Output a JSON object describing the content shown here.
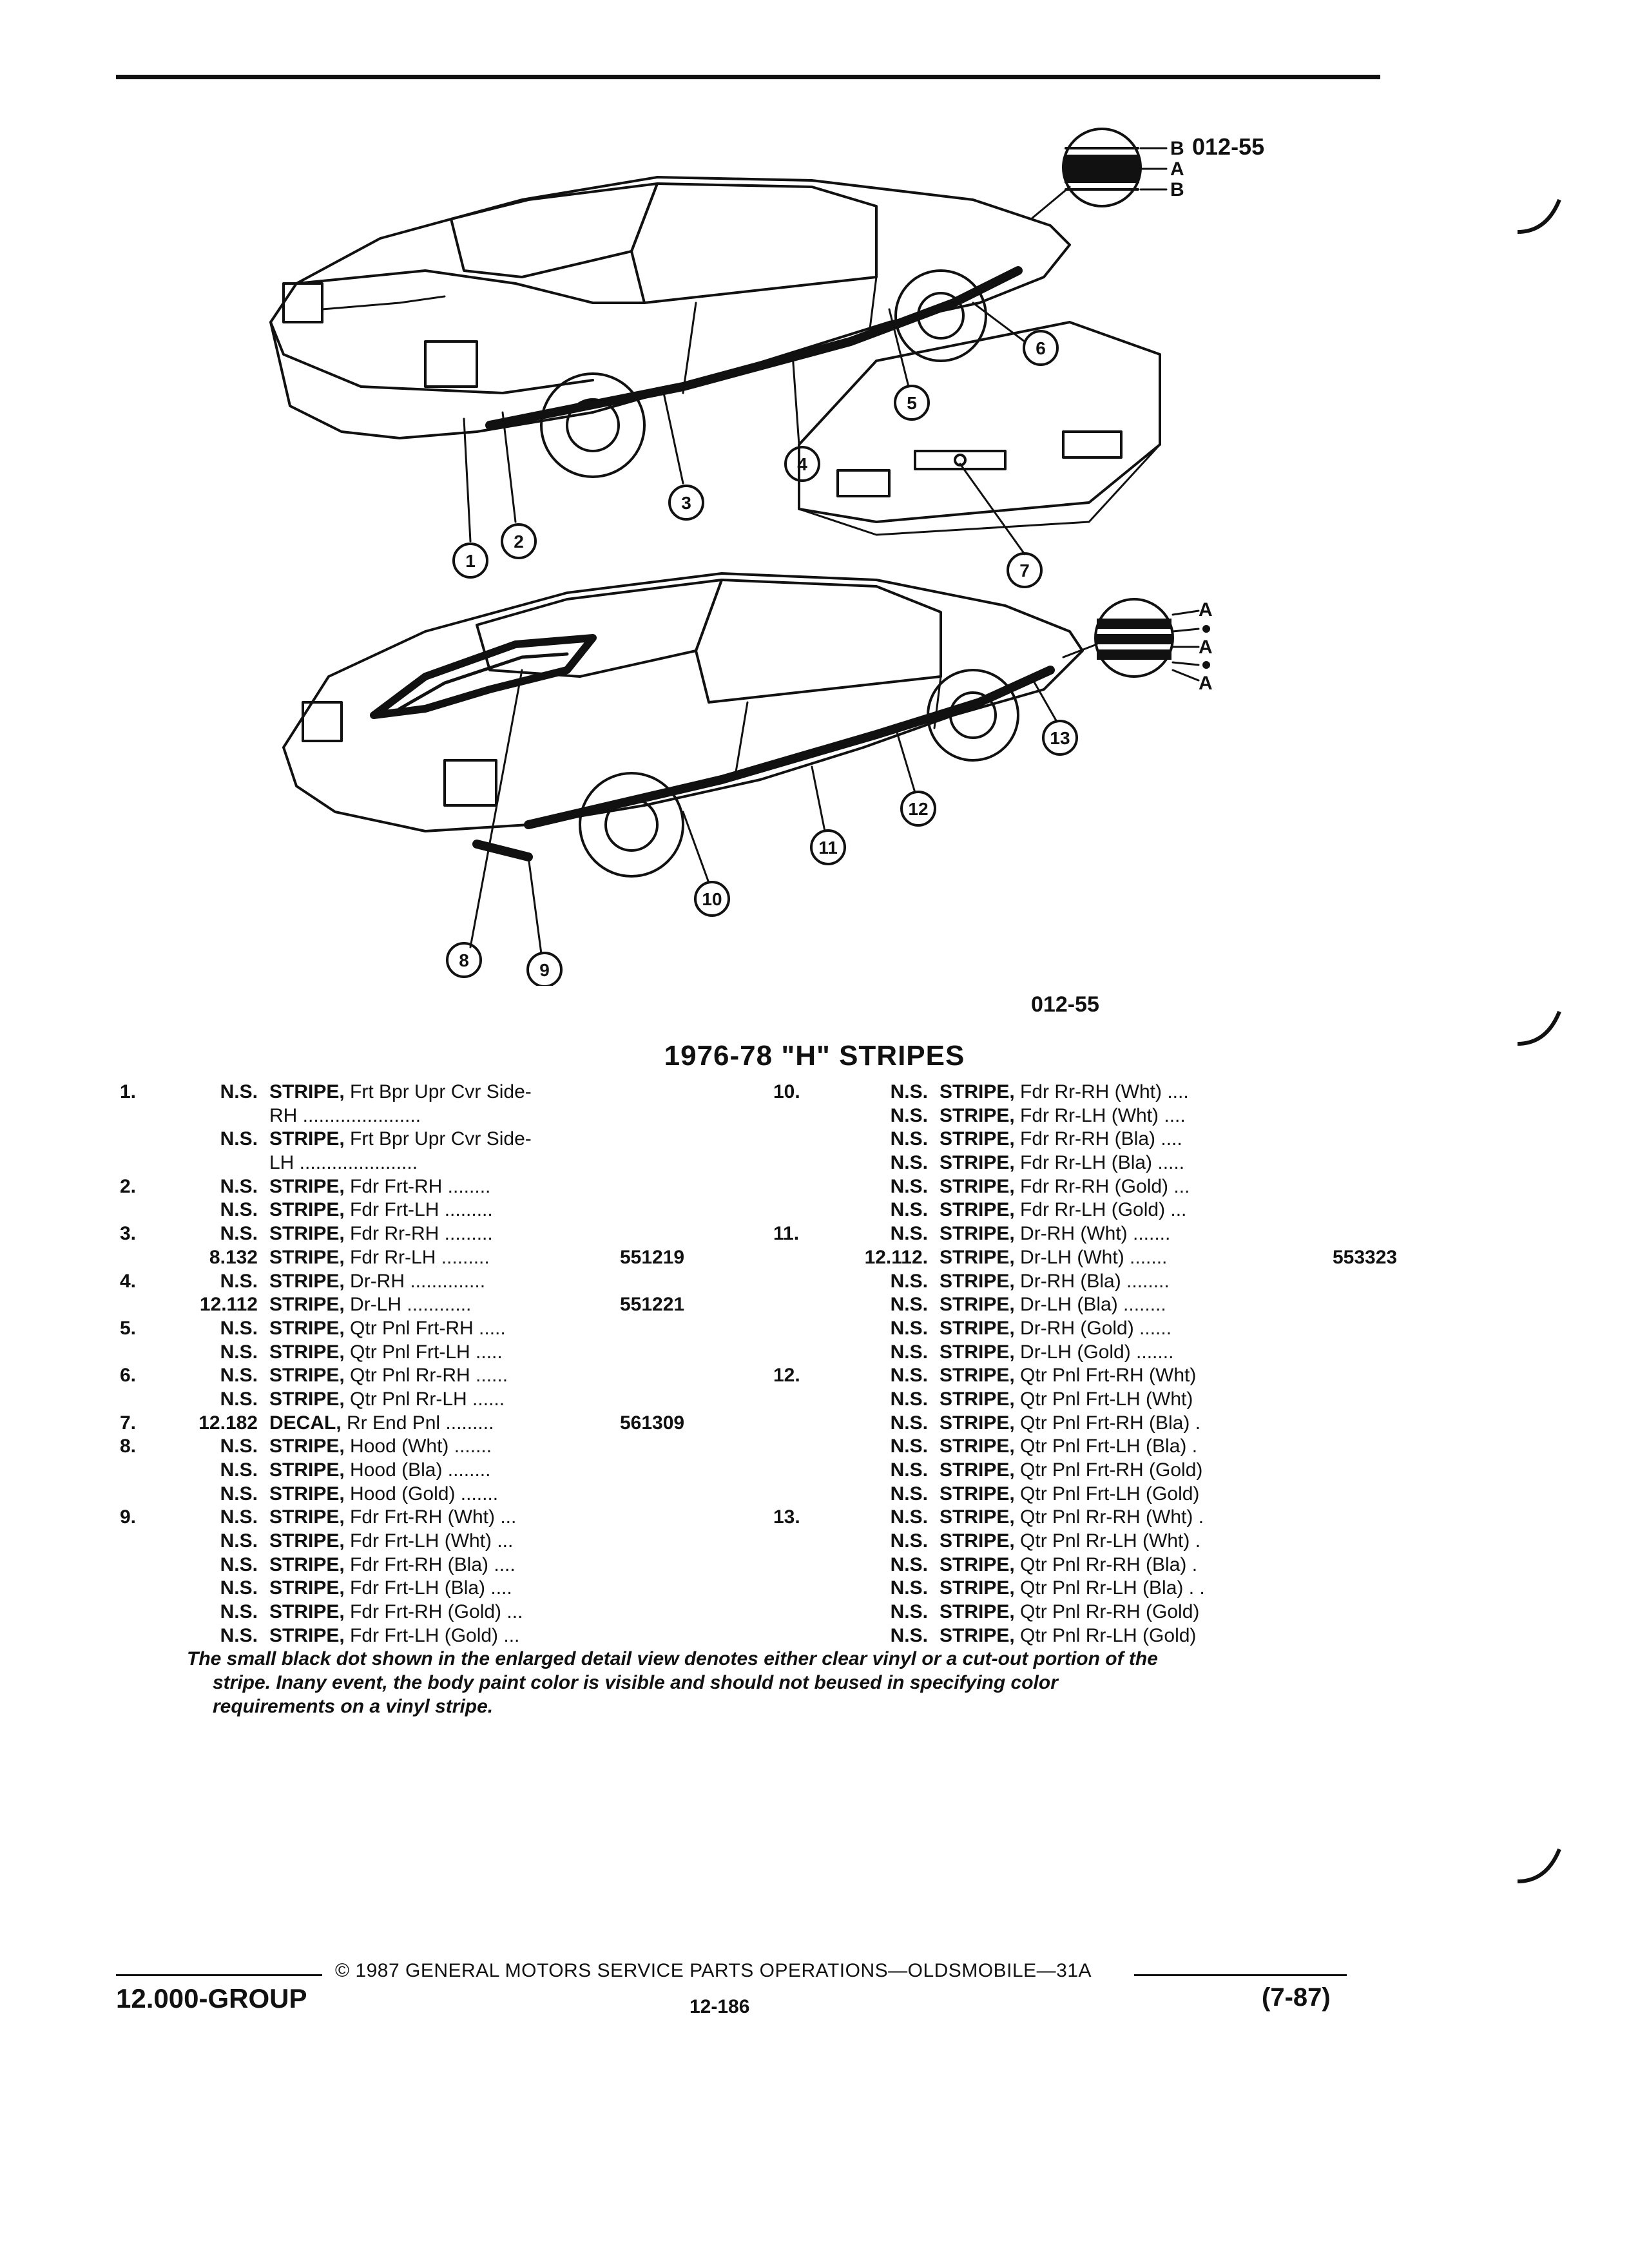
{
  "figure": {
    "ref_top": "012-55",
    "ref_bottom": "012-55",
    "top_inset_labels": [
      "B",
      "A",
      "B"
    ],
    "bottom_inset_labels": [
      "A",
      "A",
      "A"
    ],
    "callouts": [
      "1",
      "2",
      "3",
      "4",
      "5",
      "6",
      "7",
      "8",
      "9",
      "10",
      "11",
      "12",
      "13"
    ]
  },
  "section_title": "1976-78 \"H\" STRIPES",
  "left_rows": [
    {
      "num": "1.",
      "pno": "N.S.",
      "kw": "STRIPE,",
      "desc": " Frt Bpr Upr Cvr Side-",
      "part": ""
    },
    {
      "num": "",
      "pno": "",
      "kw": "",
      "desc": "RH ......................",
      "part": ""
    },
    {
      "num": "",
      "pno": "N.S.",
      "kw": "STRIPE,",
      "desc": " Frt Bpr Upr Cvr Side-",
      "part": ""
    },
    {
      "num": "",
      "pno": "",
      "kw": "",
      "desc": "LH ......................",
      "part": ""
    },
    {
      "num": "2.",
      "pno": "N.S.",
      "kw": "STRIPE,",
      "desc": " Fdr Frt-RH ........",
      "part": ""
    },
    {
      "num": "",
      "pno": "N.S.",
      "kw": "STRIPE,",
      "desc": " Fdr Frt-LH .........",
      "part": ""
    },
    {
      "num": "3.",
      "pno": "N.S.",
      "kw": "STRIPE,",
      "desc": " Fdr Rr-RH .........",
      "part": ""
    },
    {
      "num": "",
      "pno": "8.132",
      "kw": "STRIPE,",
      "desc": " Fdr Rr-LH .........",
      "part": "551219"
    },
    {
      "num": "4.",
      "pno": "N.S.",
      "kw": "STRIPE,",
      "desc": " Dr-RH ..............",
      "part": ""
    },
    {
      "num": "",
      "pno": "12.112",
      "kw": "STRIPE,",
      "desc": " Dr-LH ............",
      "part": "551221"
    },
    {
      "num": "5.",
      "pno": "N.S.",
      "kw": "STRIPE,",
      "desc": " Qtr Pnl Frt-RH .....",
      "part": ""
    },
    {
      "num": "",
      "pno": "N.S.",
      "kw": "STRIPE,",
      "desc": " Qtr Pnl Frt-LH .....",
      "part": ""
    },
    {
      "num": "6.",
      "pno": "N.S.",
      "kw": "STRIPE,",
      "desc": " Qtr Pnl Rr-RH ......",
      "part": ""
    },
    {
      "num": "",
      "pno": "N.S.",
      "kw": "STRIPE,",
      "desc": " Qtr Pnl Rr-LH ......",
      "part": ""
    },
    {
      "num": "7.",
      "pno": "12.182",
      "kw": "DECAL,",
      "desc": " Rr End Pnl .........",
      "part": "561309"
    },
    {
      "num": "8.",
      "pno": "N.S.",
      "kw": "STRIPE,",
      "desc": " Hood (Wht) .......",
      "part": ""
    },
    {
      "num": "",
      "pno": "N.S.",
      "kw": "STRIPE,",
      "desc": " Hood (Bla) ........",
      "part": ""
    },
    {
      "num": "",
      "pno": "N.S.",
      "kw": "STRIPE,",
      "desc": " Hood (Gold) .......",
      "part": ""
    },
    {
      "num": "9.",
      "pno": "N.S.",
      "kw": "STRIPE,",
      "desc": " Fdr Frt-RH (Wht) ...",
      "part": ""
    },
    {
      "num": "",
      "pno": "N.S.",
      "kw": "STRIPE,",
      "desc": " Fdr Frt-LH (Wht) ...",
      "part": ""
    },
    {
      "num": "",
      "pno": "N.S.",
      "kw": "STRIPE,",
      "desc": " Fdr Frt-RH (Bla) ....",
      "part": ""
    },
    {
      "num": "",
      "pno": "N.S.",
      "kw": "STRIPE,",
      "desc": " Fdr Frt-LH (Bla) ....",
      "part": ""
    },
    {
      "num": "",
      "pno": "N.S.",
      "kw": "STRIPE,",
      "desc": " Fdr Frt-RH (Gold) ...",
      "part": ""
    },
    {
      "num": "",
      "pno": "N.S.",
      "kw": "STRIPE,",
      "desc": " Fdr Frt-LH (Gold) ...",
      "part": ""
    }
  ],
  "right_rows": [
    {
      "num": "10.",
      "pno": "N.S.",
      "kw": "STRIPE,",
      "desc": " Fdr Rr-RH (Wht) ....",
      "part": ""
    },
    {
      "num": "",
      "pno": "N.S.",
      "kw": "STRIPE,",
      "desc": " Fdr Rr-LH (Wht) ....",
      "part": ""
    },
    {
      "num": "",
      "pno": "N.S.",
      "kw": "STRIPE,",
      "desc": " Fdr Rr-RH (Bla) ....",
      "part": ""
    },
    {
      "num": "",
      "pno": "N.S.",
      "kw": "STRIPE,",
      "desc": " Fdr Rr-LH (Bla) .....",
      "part": ""
    },
    {
      "num": "",
      "pno": "N.S.",
      "kw": "STRIPE,",
      "desc": " Fdr Rr-RH (Gold) ...",
      "part": ""
    },
    {
      "num": "",
      "pno": "N.S.",
      "kw": "STRIPE,",
      "desc": " Fdr Rr-LH (Gold) ...",
      "part": ""
    },
    {
      "num": "11.",
      "pno": "N.S.",
      "kw": "STRIPE,",
      "desc": " Dr-RH (Wht) .......",
      "part": ""
    },
    {
      "num": "",
      "pno": "12.112.",
      "kw": "STRIPE,",
      "desc": " Dr-LH (Wht) .......",
      "part": "553323"
    },
    {
      "num": "",
      "pno": "N.S.",
      "kw": "STRIPE,",
      "desc": " Dr-RH (Bla) ........",
      "part": ""
    },
    {
      "num": "",
      "pno": "N.S.",
      "kw": "STRIPE,",
      "desc": " Dr-LH (Bla) ........",
      "part": ""
    },
    {
      "num": "",
      "pno": "N.S.",
      "kw": "STRIPE,",
      "desc": " Dr-RH (Gold) ......",
      "part": ""
    },
    {
      "num": "",
      "pno": "N.S.",
      "kw": "STRIPE,",
      "desc": " Dr-LH (Gold) .......",
      "part": ""
    },
    {
      "num": "12.",
      "pno": "N.S.",
      "kw": "STRIPE,",
      "desc": " Qtr Pnl Frt-RH (Wht)",
      "part": ""
    },
    {
      "num": "",
      "pno": "N.S.",
      "kw": "STRIPE,",
      "desc": " Qtr Pnl Frt-LH (Wht)",
      "part": ""
    },
    {
      "num": "",
      "pno": "N.S.",
      "kw": "STRIPE,",
      "desc": " Qtr Pnl Frt-RH (Bla) .",
      "part": ""
    },
    {
      "num": "",
      "pno": "N.S.",
      "kw": "STRIPE,",
      "desc": " Qtr Pnl Frt-LH (Bla) .",
      "part": ""
    },
    {
      "num": "",
      "pno": "N.S.",
      "kw": "STRIPE,",
      "desc": " Qtr Pnl Frt-RH (Gold)",
      "part": ""
    },
    {
      "num": "",
      "pno": "N.S.",
      "kw": "STRIPE,",
      "desc": " Qtr Pnl Frt-LH (Gold)",
      "part": ""
    },
    {
      "num": "13.",
      "pno": "N.S.",
      "kw": "STRIPE,",
      "desc": " Qtr Pnl Rr-RH (Wht) .",
      "part": ""
    },
    {
      "num": "",
      "pno": "N.S.",
      "kw": "STRIPE,",
      "desc": " Qtr Pnl Rr-LH (Wht) .",
      "part": ""
    },
    {
      "num": "",
      "pno": "N.S.",
      "kw": "STRIPE,",
      "desc": " Qtr Pnl Rr-RH (Bla) .",
      "part": ""
    },
    {
      "num": "",
      "pno": "N.S.",
      "kw": "STRIPE,",
      "desc": " Qtr Pnl Rr-LH (Bla) . .",
      "part": ""
    },
    {
      "num": "",
      "pno": "N.S.",
      "kw": "STRIPE,",
      "desc": " Qtr Pnl Rr-RH (Gold)",
      "part": ""
    },
    {
      "num": "",
      "pno": "N.S.",
      "kw": "STRIPE,",
      "desc": " Qtr Pnl Rr-LH (Gold)",
      "part": ""
    }
  ],
  "note": {
    "line1": "The small black dot shown in the enlarged detail view denotes either clear vinyl or a cut-out portion of the",
    "line2": "stripe. Inany event, the body paint color is visible and should not beused in specifying  color",
    "line3": "requirements on a vinyl stripe."
  },
  "footer": {
    "copyright": "© 1987 GENERAL MOTORS SERVICE PARTS OPERATIONS—OLDSMOBILE—31A",
    "group": "12.000-GROUP",
    "page": "12-186",
    "revision": "(7-87)"
  }
}
